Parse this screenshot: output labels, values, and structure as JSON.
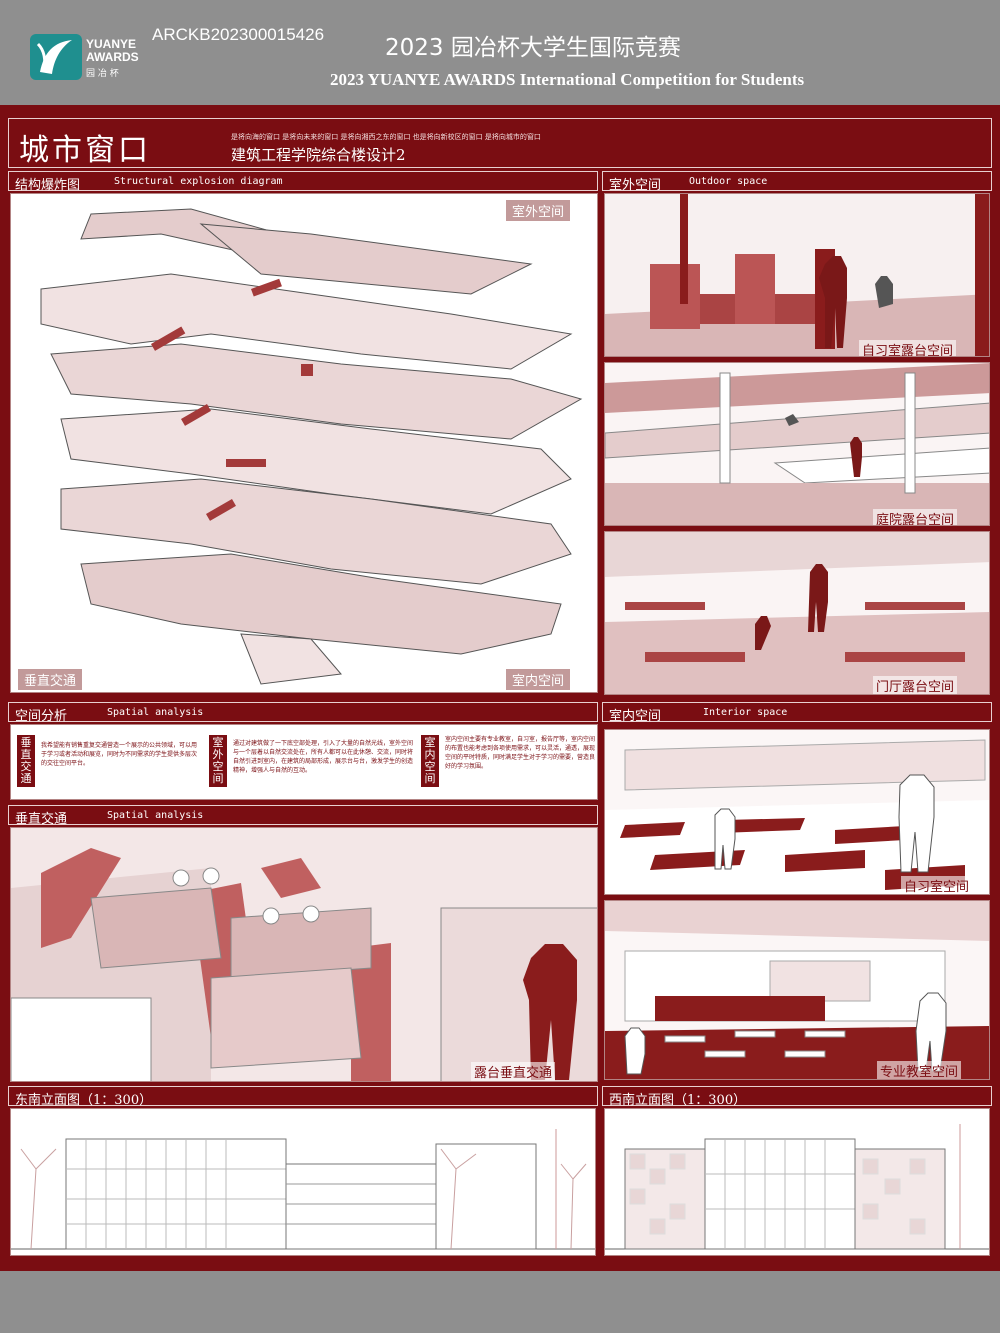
{
  "header": {
    "logo_line1": "YUANYE",
    "logo_line2": "AWARDS",
    "logo_sub": "园 冶 杯",
    "code": "ARCKB202300015426",
    "title_cn": "2023 园冶杯大学生国际竞赛",
    "title_en": "2023 YUANYE AWARDS International Competition for  Students"
  },
  "banner": {
    "title": "城市窗口",
    "tagline": "是将向海的窗口 是将向未来的窗口 是将向湘西之东的窗口 也是将向新校区的窗口 是将向城市的窗口",
    "subtitle": "建筑工程学院综合楼设计2"
  },
  "sections": {
    "explosion": {
      "cn": "结构爆炸图",
      "en": "Structural explosion diagram",
      "label_outdoor": "室外空间",
      "label_vertical": "垂直交通",
      "label_indoor": "室内空间"
    },
    "outdoor": {
      "cn": "室外空间",
      "en": "Outdoor space",
      "cap1": "自习室露台空间",
      "cap2": "庭院露台空间",
      "cap3": "门厅露台空间"
    },
    "spatial": {
      "cn": "空间分析",
      "en": "Spatial analysis",
      "tag1": "垂直交通",
      "tag2": "室外空间",
      "tag3": "室内空间",
      "text1": "我希望能有销售重复交通营造一个展示的公共领域，可以用于学习或者活动和展览，同时为不同需求的学生提供多层次的交往空间平台。",
      "text2": "通过对建筑做了一下底空部处理，引入了大量的自然光线，室外空间与一个层着以自然交流处在，所有人都可以在此休憩、交流，同时将自然引进到室内，在建筑的局部形成，展示台与台，激发学生的创造精神，增强人与自然的互动。",
      "text3": "室内空间主要有专业教室，自习室，报告厅等，室内空间的布置也能考虑到各项使用需求，可以灵活，通透，展现空间的平时特质，同时满足学生对于学习的需要，营造良好的学习氛围。"
    },
    "vertical": {
      "cn": "垂直交通",
      "en": "Spatial analysis",
      "caption": "露台垂直交通"
    },
    "interior": {
      "cn": "室内空间",
      "en": "Interior space",
      "cap1": "自习室空间",
      "cap2": "专业教室空间"
    },
    "se_elev": {
      "cn": "东南立面图（1：300）"
    },
    "sw_elev": {
      "cn": "西南立面图（1：300）"
    }
  },
  "colors": {
    "primary": "#7a0d12",
    "light": "#c29a9a",
    "panel": "#f3eeee",
    "frame": "#8f8f8f"
  }
}
